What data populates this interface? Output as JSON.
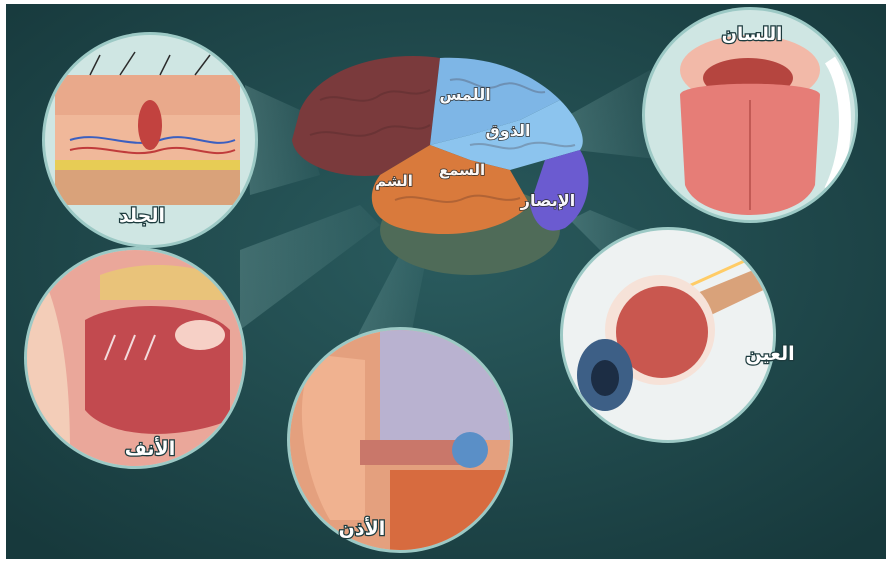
{
  "colors": {
    "background": "#1f4a4d",
    "frame": "#ffffff",
    "touch_lobe": "#7eb6e6",
    "taste_lobe": "#8cc4ee",
    "hearing_smell_lobe": "#d97a3c",
    "vision_lobe": "#6b5bd0",
    "frontal_lobe": "#7a3a3c"
  },
  "brain": {
    "labels": {
      "touch": "اللمس",
      "taste": "الذوق",
      "hearing": "السمع",
      "smell": "الشم",
      "vision": "الإبصار"
    }
  },
  "organs": {
    "skin": "الجلد",
    "tongue": "اللسان",
    "nose": "الأنف",
    "ear": "الأذن",
    "eye": "العين"
  }
}
